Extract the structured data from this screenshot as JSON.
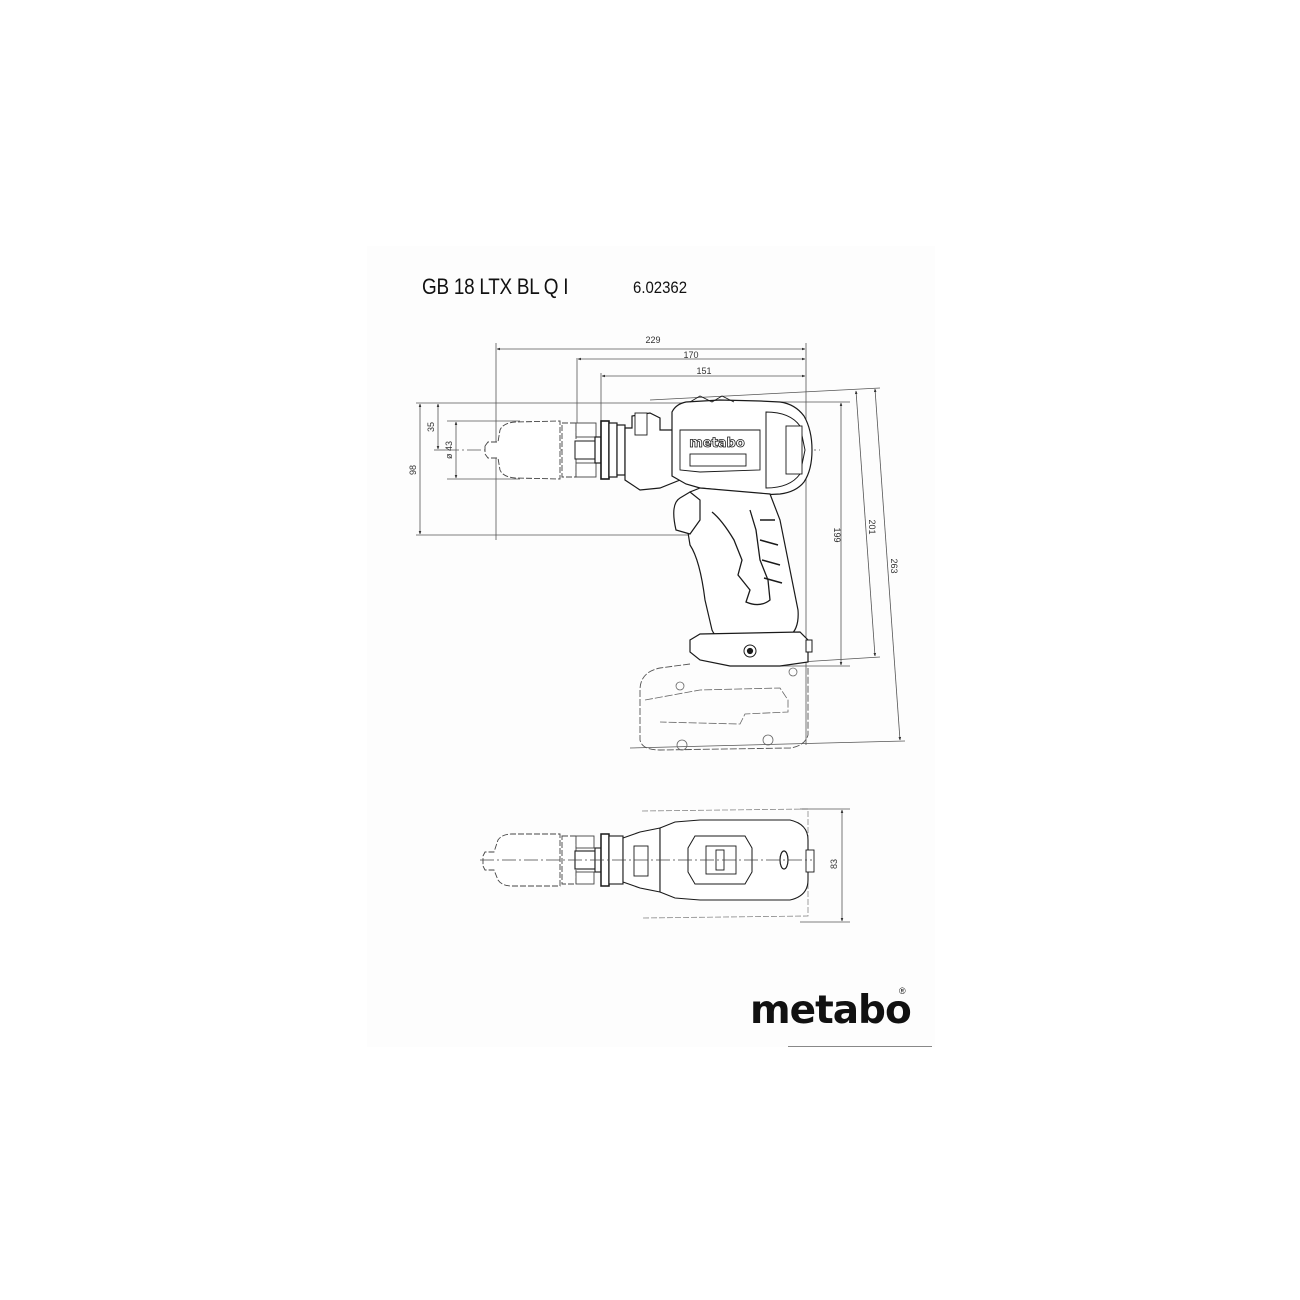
{
  "sheet": {
    "model": "GB 18 LTX BL Q I",
    "part_number": "6.02362",
    "brand": "metabo",
    "brand_mark": "®",
    "housing_logo": "metabo"
  },
  "side_view": {
    "dimensions": {
      "overall_length": "229",
      "length_170": "170",
      "length_151": "151",
      "height_98": "98",
      "chuck_offset_35": "35",
      "chuck_diameter": "ø 43",
      "height_199": "199",
      "height_201": "201",
      "height_263": "263"
    }
  },
  "top_view": {
    "dimensions": {
      "width_83": "83"
    }
  },
  "colors": {
    "line": "#1a1a1a",
    "dim_line": "#555555",
    "sheet_bg": "#fdfdfd"
  }
}
